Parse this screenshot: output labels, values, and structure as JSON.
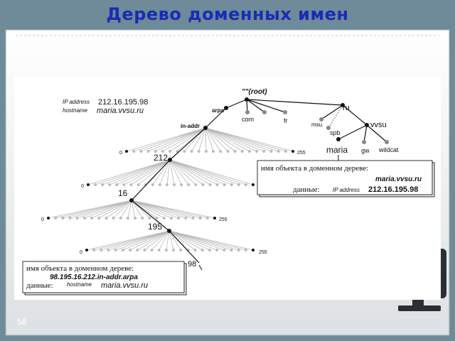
{
  "title": "Дерево доменных имен",
  "slide_number": "58",
  "colors": {
    "title": "#1a2bb8",
    "panel": "#ffffff",
    "frame": "#6f8a98"
  },
  "ip_block": {
    "ip_label": "IP address",
    "ip_value": "212.16.195.98",
    "host_label": "hostname",
    "host_value": "maria.vvsu.ru"
  },
  "nodes": {
    "root": "\"\"(root)",
    "arpa": "arpa",
    "com": "com",
    "fr": "fr",
    "ru": "ru",
    "in_addr": "in-addr",
    "msu": "msu",
    "vvsu": "vvsu",
    "spb": "spb",
    "maria": "maria",
    "gw": "gw",
    "wildcat": "wildcat",
    "n212": "212",
    "n16": "16",
    "n195": "195",
    "n98": "98"
  },
  "range_labels": {
    "min": "0",
    "max": "255"
  },
  "box_right": {
    "heading": "имя объекта в доменном дереве:",
    "name": "maria.vvsu.ru",
    "data_label": "данные:",
    "field": "IP address",
    "value": "212.16.195.98"
  },
  "box_left": {
    "heading": "имя объекта в доменном дереве:",
    "name": "98.195.16.212.in-addr.arpa",
    "data_label": "данные:",
    "field": "hostname",
    "value": "maria.vvsu.ru"
  }
}
